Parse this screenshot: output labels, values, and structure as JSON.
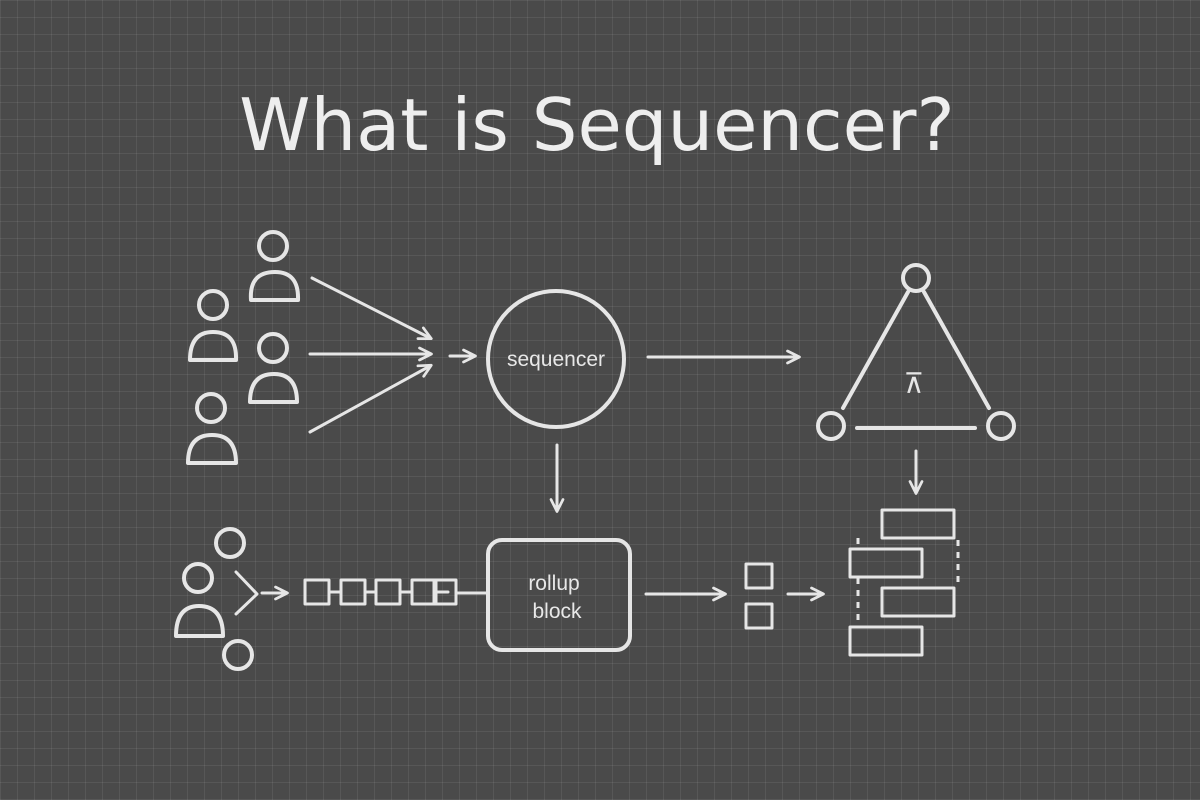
{
  "title": "What is Sequencer?",
  "sequencer_label": "sequencer",
  "rollup_block_label": {
    "line1": "rollup",
    "line2": "block"
  },
  "triangle_symbol": "⊼",
  "colors": {
    "background": "#4a4a4a",
    "chalk": "#e6e6e6"
  }
}
